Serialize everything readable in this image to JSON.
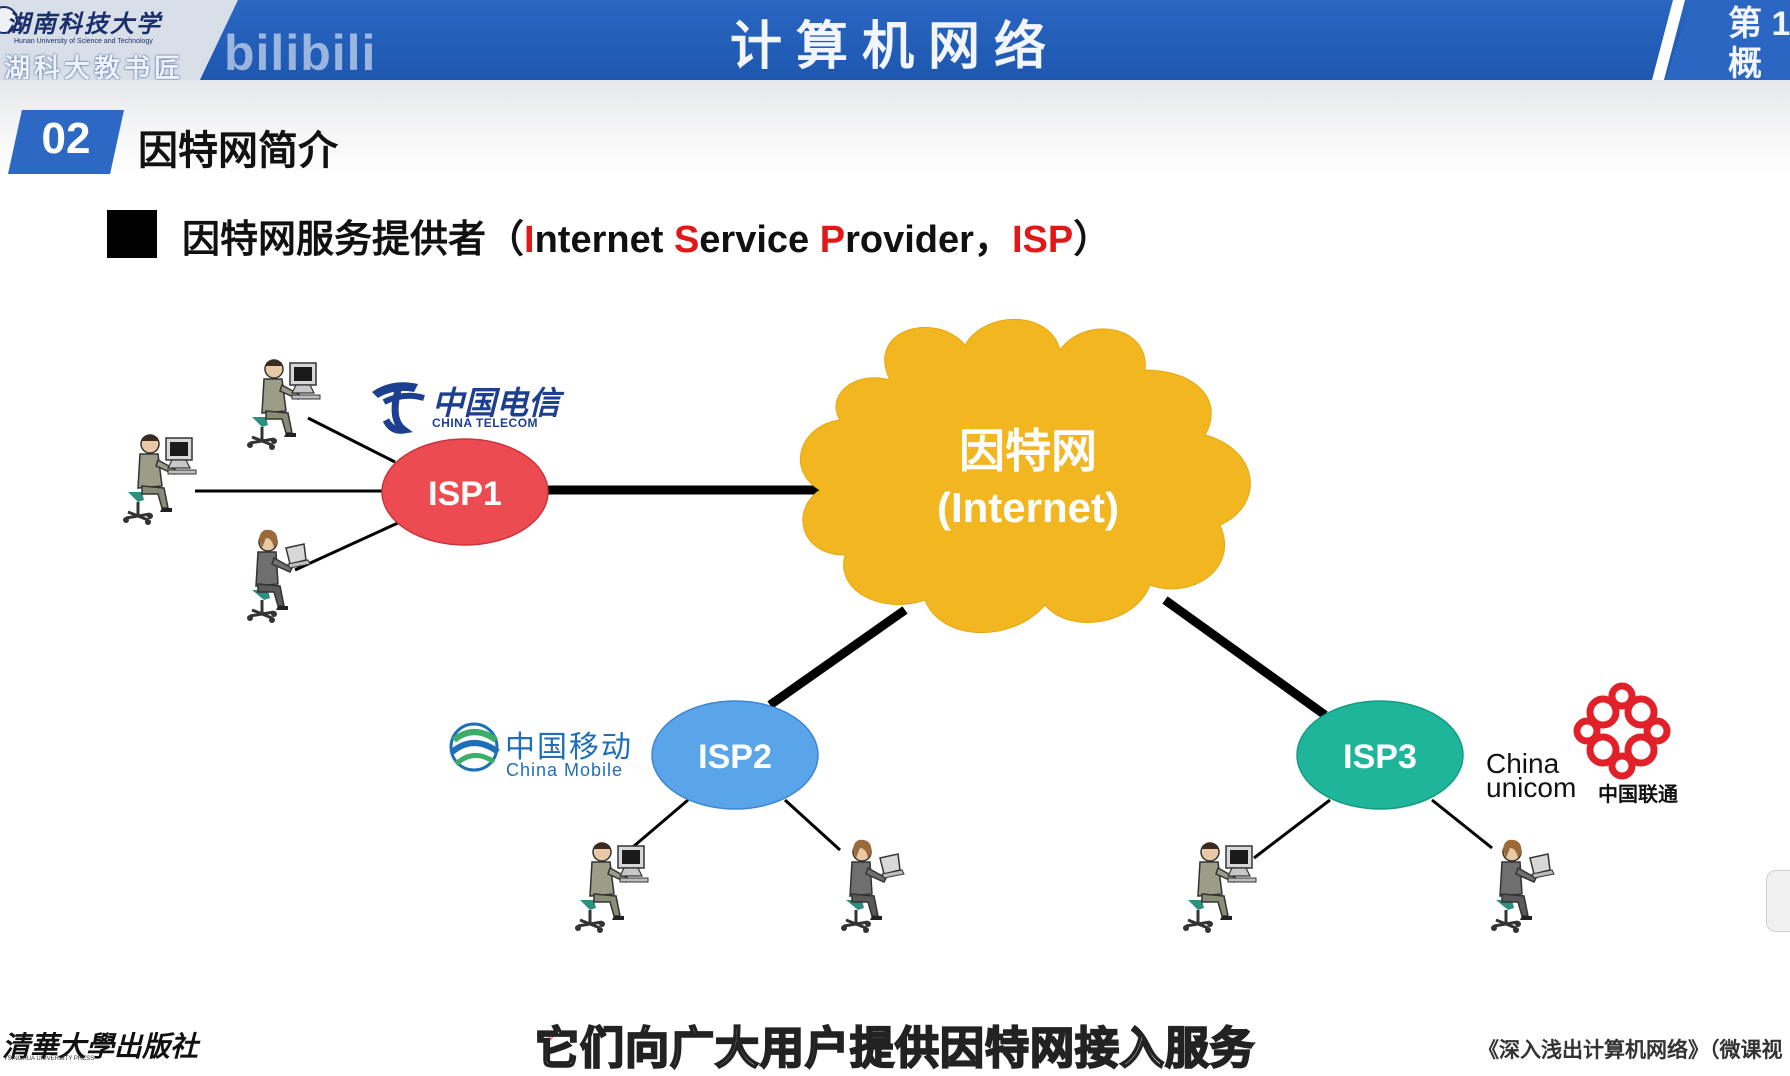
{
  "header": {
    "university_cn": "湖南科技大学",
    "university_en": "Hunan University of Science and Technology",
    "hall_text": "湖科大教书匠",
    "watermark": "bilibili",
    "title": "计算机网络",
    "chapter_line1": "第 1",
    "chapter_line2": "概"
  },
  "section": {
    "number": "02",
    "title": "因特网简介"
  },
  "bullet": {
    "prefix": "因特网服务提供者（",
    "i1": "I",
    "t1": "nternet ",
    "s1": "S",
    "t2": "ervice ",
    "p1": "P",
    "t3": "rovider，",
    "isp": "ISP",
    "suffix": "）"
  },
  "diagram": {
    "cloud_line1": "因特网",
    "cloud_line2": "(Internet)",
    "isp1": "ISP1",
    "isp2": "ISP2",
    "isp3": "ISP3",
    "colors": {
      "cloud": "#f2b621",
      "isp1": "#ec4b52",
      "isp2": "#5aa4ea",
      "isp3": "#1fb59b"
    }
  },
  "logos": {
    "telecom_cn": "中国电信",
    "telecom_en": "CHINA TELECOM",
    "mobile_cn": "中国移动",
    "mobile_en": "China Mobile",
    "unicom_china": "China",
    "unicom_en": "unicom",
    "unicom_cn": "中国联通"
  },
  "footer": {
    "publisher_cn": "清華大學出版社",
    "publisher_en": "TSINGHUA UNIVERSITY PRESS",
    "subtitle": "它们向广大用户提供因特网接入服务",
    "book_title": "《深入浅出计算机网络》（微课视"
  }
}
